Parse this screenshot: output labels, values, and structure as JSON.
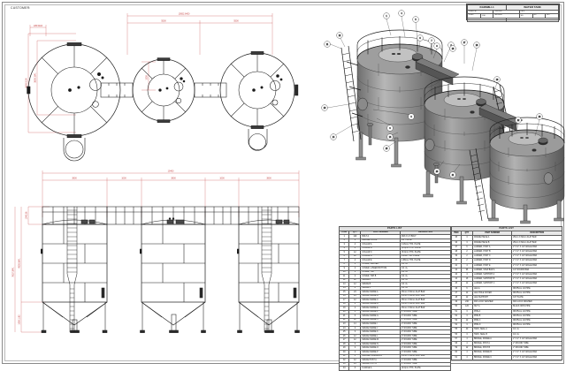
{
  "sheet": {
    "customer_label": "CUSTOMER:",
    "background": "#ffffff",
    "border_color": "#8a8a8a",
    "dimension_color": "#c23b3b",
    "line_color": "#1a1a1a"
  },
  "title_block": {
    "drawing_no": "KGDM8LI-1",
    "title": "WATER TANK",
    "row2": [
      {
        "key": "DRAWN BY",
        "value": ""
      },
      {
        "key": "CHECKED",
        "value": ""
      },
      {
        "key": "DATE",
        "value": ""
      }
    ],
    "row3": [
      {
        "key": "SCALE",
        "value": "1:50"
      },
      {
        "key": "MATERIAL",
        "value": "SS"
      },
      {
        "key": "SHT",
        "value": "1"
      },
      {
        "key": "REV",
        "value": "0"
      }
    ],
    "row4": [
      {
        "key": "APPROVED BY",
        "value": ""
      },
      {
        "key": "DWG NO",
        "value": "KGDM8LI-1"
      }
    ]
  },
  "plan_view": {
    "name": "TOP PLAN VIEW",
    "tank_count": 3,
    "dimensions": {
      "overall": "15652.6400",
      "span_left": "5500",
      "span_right": "5500",
      "offset_top": "185.5403",
      "height_inner": "3800.1841",
      "height_outer": "5500.0104",
      "bridge": "1000"
    }
  },
  "elevation_view": {
    "name": "FRONT ELEVATION VIEW",
    "tank_count": 3,
    "dimensions": {
      "overall": "15460",
      "tank_width_1": "3800",
      "gap_1": "1000",
      "tank_width_2": "3800",
      "gap_2": "1000",
      "tank_width_3": "3800",
      "rail_height": "1045.36",
      "shell_height": "4800.3641",
      "leg_height": "1080.1182",
      "total_height": "7637.3941"
    }
  },
  "iso_view": {
    "name": "ISOMETRIC VIEW",
    "tank_count": 3,
    "balloons": [
      "11",
      "12",
      "10",
      "14",
      "1",
      "4",
      "5",
      "6",
      "7",
      "8",
      "2",
      "3",
      "9",
      "13",
      "15",
      "16",
      "17",
      "18",
      "19",
      "20",
      "21",
      "22",
      "23"
    ]
  },
  "parts_list": {
    "title": "PARTS LIST",
    "columns": [
      "ITEM",
      "QTY",
      "PART NUMBER",
      "DESCRIPTION"
    ],
    "left_rows": [
      [
        "1",
        "120",
        "BOLT A",
        "M16 X 1.5 BOLT"
      ],
      [
        "2",
        "3",
        "BRIDGE FLOOR",
        "1/4\" PLATE"
      ],
      [
        "3",
        "4",
        "COLLAR A",
        "0.16mm THK. PLATE"
      ],
      [
        "4",
        "4",
        "COLLAR B",
        "(4.0)mm THK. PLATE"
      ],
      [
        "5",
        "12",
        "COLLAR C",
        "(5.0)mm THK. PLATE"
      ],
      [
        "6",
        "12",
        "COLLAR D",
        "6.4mm THK. PLATE"
      ],
      [
        "7",
        "4",
        "COLLAR E",
        "2.98mm THK. PLATE"
      ],
      [
        "8",
        "3",
        "COVER, CENTER",
        "1/4 I.A."
      ],
      [
        "9",
        "3",
        "COVER, LOWER BOTTOM",
        "1/4 I.A."
      ],
      [
        "10",
        "3",
        "COVER, TOP",
        "1/4 I.A."
      ],
      [
        "11",
        "3",
        "COVER, TOP B",
        "1/4 I.A."
      ],
      [
        "12",
        "12",
        "FENCE A",
        "1/4 I.A."
      ],
      [
        "13",
        "12",
        "FENCE B",
        "1/4 I.A."
      ],
      [
        "14",
        "6",
        "FENCE C",
        "1/4 I.A."
      ],
      [
        "15",
        "24",
        "FENCE FRAME A",
        "25mm X 60mm FLAT BAR"
      ],
      [
        "16",
        "24",
        "FENCE FRAME B",
        "25mm X 60mm FLAT BAR"
      ],
      [
        "17",
        "12",
        "FENCE FRAME C",
        "25mm X 60mm FLAT BAR"
      ],
      [
        "18",
        "2",
        "FENCE FRAME D",
        "25mm X 60mm FLAT BAR"
      ],
      [
        "19",
        "2",
        "FENCE FRAME E",
        "25mm X 60mm FLAT BAR"
      ],
      [
        "20",
        "6",
        "FENCE FRAME F",
        "2\" ROUND TUBE"
      ],
      [
        "21",
        "6",
        "FENCE FRAME G",
        "2\" ROUND TUBE"
      ],
      [
        "22",
        "12",
        "FENCE FRAME H",
        "2\" ROUND TUBE"
      ],
      [
        "23",
        "14",
        "FENCE FRAME I",
        "2\" ROUND TUBE"
      ],
      [
        "24",
        "3",
        "FENCE FRAME J",
        "2\" ROUND TUBE"
      ],
      [
        "25",
        "3",
        "FENCE FRAME K",
        "2\" ROUND TUBE"
      ],
      [
        "26",
        "12",
        "FENCE FRAME L",
        "2\" ROUND TUBE"
      ],
      [
        "27",
        "12",
        "FENCE FRAME M",
        "2\" ROUND TUBE"
      ],
      [
        "28",
        "6",
        "FENCE FRAME N",
        "2\" ROUND TUBE"
      ],
      [
        "29",
        "3",
        "FENCE FRAME O",
        "2\" ROUND TUBE"
      ],
      [
        "30",
        "3",
        "FENCE FRAME P",
        "2\" ROUND TUBE"
      ],
      [
        "31",
        "4",
        "BRIDGE HANDRAIL A",
        "25mm X 60mm FLAT BAR"
      ],
      [
        "32",
        "12",
        "FENCE POST A",
        "2\" ROUND TUBE"
      ],
      [
        "33",
        "24",
        "FENCE POST B",
        "2\" ROUND TUBE"
      ],
      [
        "34",
        "6",
        "FLANGE A",
        "(6.0)mm THK. PLATE"
      ]
    ],
    "right_rows": [
      [
        "35",
        "3",
        "FRAME PIECE A",
        "25mm X 60mm FLAT BAR"
      ],
      [
        "36",
        "3",
        "FRAME PIECE B",
        "25mm X 60mm FLAT BAR"
      ],
      [
        "37",
        "6",
        "LADDER, POST A",
        "2\" X 2\" X 1/4\" ANGLE BAR"
      ],
      [
        "38",
        "2",
        "LADDER, POST B",
        "2\" X 2\" X 1/4\" ANGLE BAR"
      ],
      [
        "39",
        "2",
        "LADDER, POST C",
        "2\" X 2\" X 1/4\" ANGLE BAR"
      ],
      [
        "40",
        "2",
        "LADDER, POST D",
        "2\" X 2\" X 1/4\" ANGLE BAR"
      ],
      [
        "41",
        "4",
        "LADDER, POST E",
        "2\" X 2\" X 1/4\" ANGLE BAR"
      ],
      [
        "42",
        "96",
        "LADDER, STEP BAR A",
        "1/2\" ROUND BAR"
      ],
      [
        "43",
        "4",
        "LADDER, SUPPORT A",
        "2\" X 2\" X 1/4\" ANGLE BAR"
      ],
      [
        "44",
        "16",
        "LADDER, SUPPORT B",
        "2\" X 2\" X 1/4\" ANGLE BAR"
      ],
      [
        "45",
        "12",
        "LADDER, SUPPORT C",
        "2\" X 2\" X 1/4\" ANGLE BAR"
      ],
      [
        "46",
        "6",
        "LEG A",
        "M8.55mm 1/2 PIPE"
      ],
      [
        "47",
        "12",
        "LEG HOLE COVER",
        "M8.55mm 1/2 PIPE"
      ],
      [
        "48",
        "12",
        "LEG SUPPORT",
        "1/4\" PLATE"
      ],
      [
        "49",
        "240",
        "M16 LOCK WASHER",
        "M16 LOCK WASHER"
      ],
      [
        "50",
        "120",
        "NUT A",
        "BLACK IRON PIPE"
      ],
      [
        "51",
        "3",
        "PIPE A",
        "M8.55mm 1/2 PIPE"
      ],
      [
        "52",
        "3",
        "PIPE B",
        "M8.55mm 1/2 PIPE"
      ],
      [
        "53",
        "12",
        "PIPE C",
        "M8.55mm 1/2 PIPE"
      ],
      [
        "54",
        "3",
        "PIPE D",
        "M8.55mm 1/2 PIPE"
      ],
      [
        "55",
        "40",
        "TANK, SEAL A",
        "1/4 I.A."
      ],
      [
        "56",
        "3",
        "TANK, SEAL B",
        "1/4 I.A."
      ],
      [
        "57",
        "4",
        "BRIDGE, FRAME A",
        "2\" X 2\" X 1/4\" ANGLE BAR"
      ],
      [
        "58",
        "4",
        "BRIDGE, POST A",
        "2\" ROUND TUBE"
      ],
      [
        "59",
        "12",
        "BRIDGE, POST B",
        "2\" ROUND TUBE"
      ],
      [
        "60",
        "4",
        "BRIDGE, FRAME B",
        "2\" X 2\" X 1/4\" ANGLE BAR"
      ],
      [
        "61",
        "4",
        "BRIDGE, FRAME C",
        "2\" X 2\" X 1/4\" ANGLE BAR"
      ]
    ]
  }
}
